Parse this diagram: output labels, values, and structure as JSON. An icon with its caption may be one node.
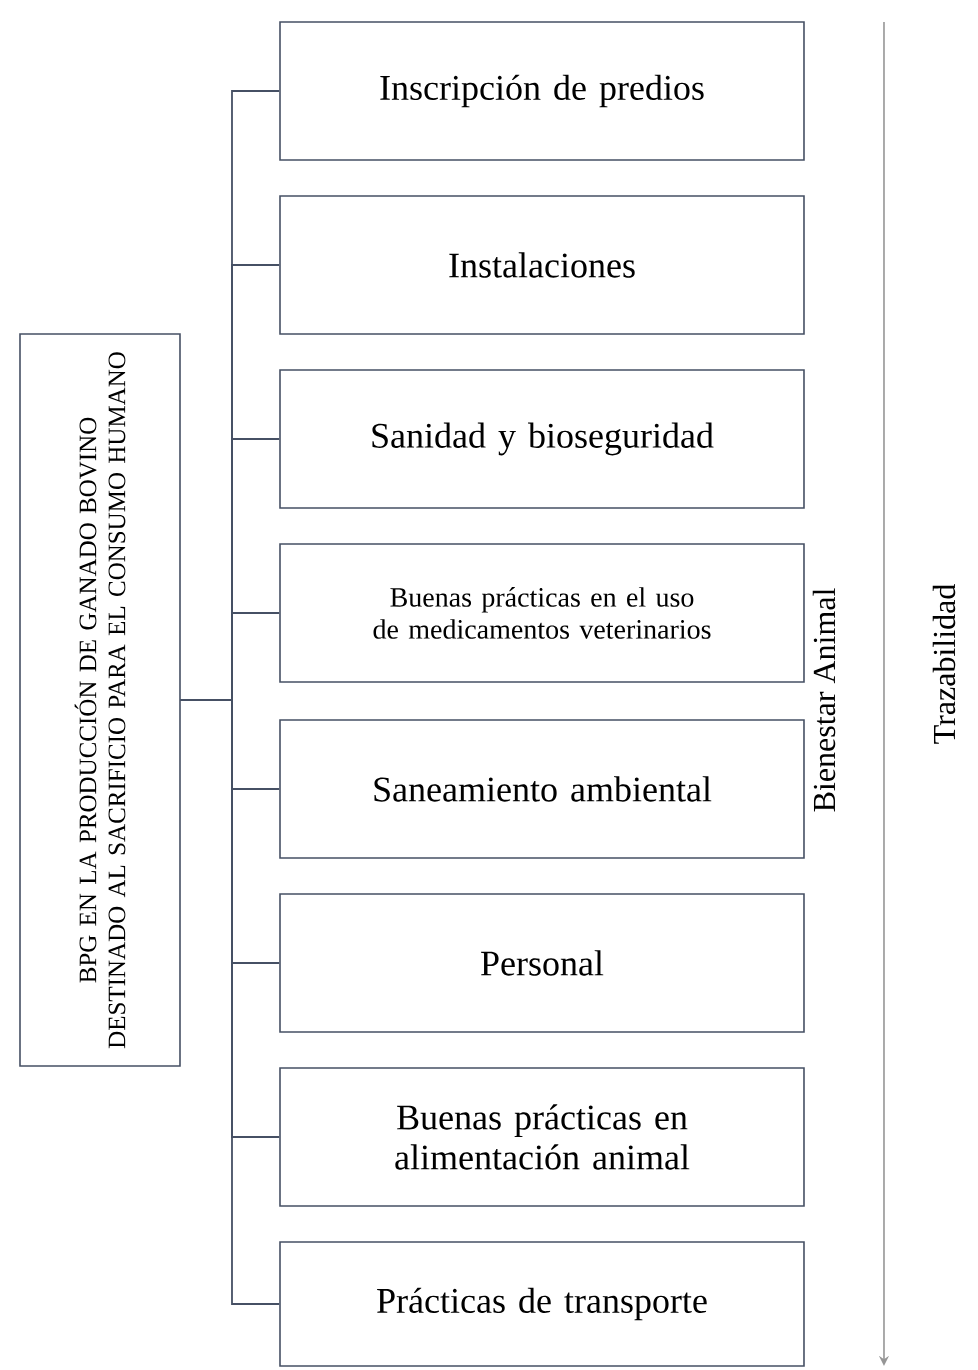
{
  "diagram": {
    "nodes": [
      {
        "text": [
          "BPG EN LA PRODUCCIÓN DE GANADO BOVINO DESTINADO AL SACRIFICIO PARA EL CONSUMO HUMANO"
        ]
      },
      {
        "text": [
          "Inscripción de predios"
        ]
      },
      {
        "text": [
          "Instalaciones"
        ]
      },
      {
        "text": [
          "Sanidad y bioseguridad"
        ]
      },
      {
        "text": [
          "Buenas prácticas en el uso de medicamentos veterinarios"
        ]
      },
      {
        "text": [
          "Saneamiento ambiental"
        ]
      },
      {
        "text": [
          "Personal"
        ]
      },
      {
        "text": [
          "Buenas prácticas en alimentación animal"
        ]
      },
      {
        "text": [
          "Prácticas de transporte"
        ]
      }
    ],
    "edges": [
      {
        "from": 0,
        "to": 1,
        "arrow": "none"
      },
      {
        "from": 0,
        "to": 2,
        "arrow": "none"
      },
      {
        "from": 0,
        "to": 3,
        "arrow": "none"
      },
      {
        "from": 0,
        "to": 4,
        "arrow": "none"
      },
      {
        "from": 0,
        "to": 5,
        "arrow": "none"
      },
      {
        "from": 0,
        "to": 6,
        "arrow": "none"
      },
      {
        "from": 0,
        "to": 7,
        "arrow": "none"
      },
      {
        "from": 0,
        "to": 8,
        "arrow": "none"
      }
    ],
    "labels": [
      "Bienestar Animal",
      "Trazabilidad"
    ]
  }
}
